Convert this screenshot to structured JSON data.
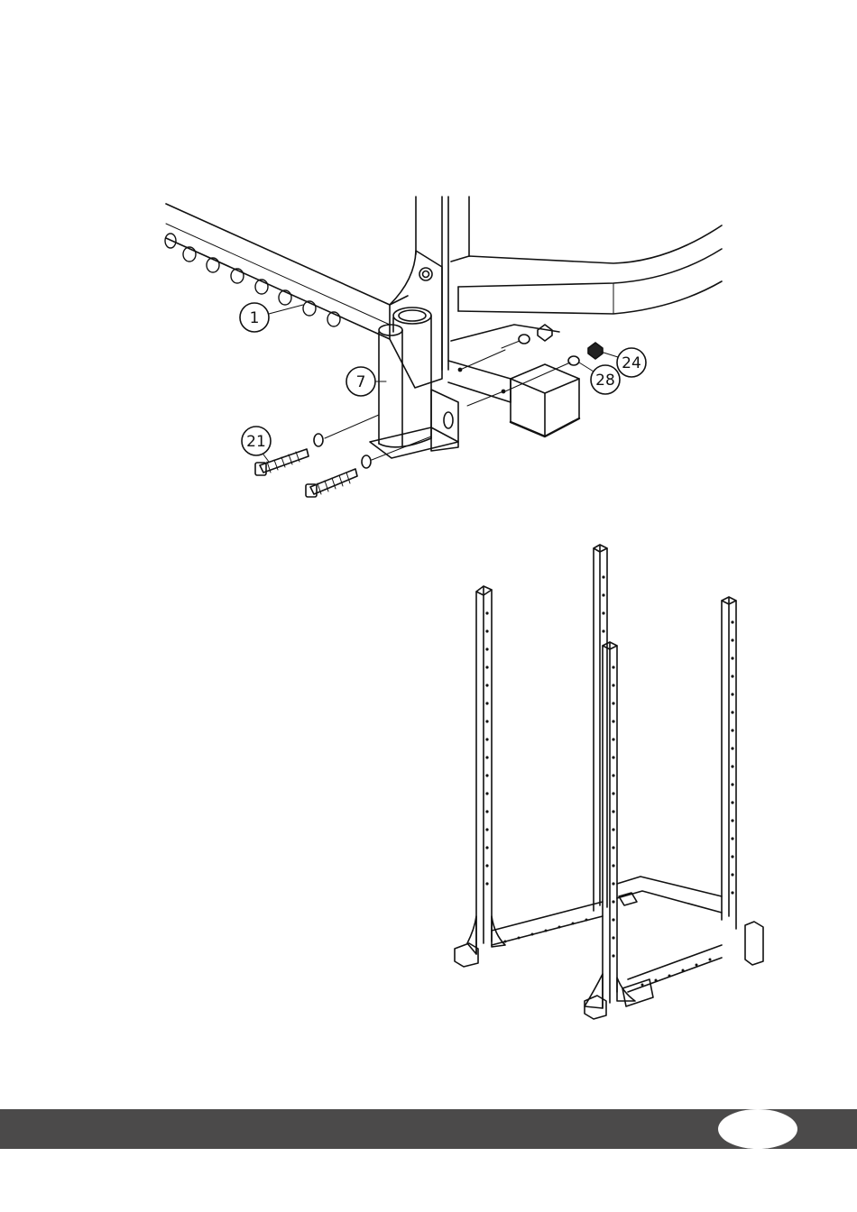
{
  "callouts": {
    "c1": "1",
    "c7": "7",
    "c21": "21",
    "c24": "24",
    "c28": "28"
  },
  "footer": {
    "page_number": ""
  }
}
